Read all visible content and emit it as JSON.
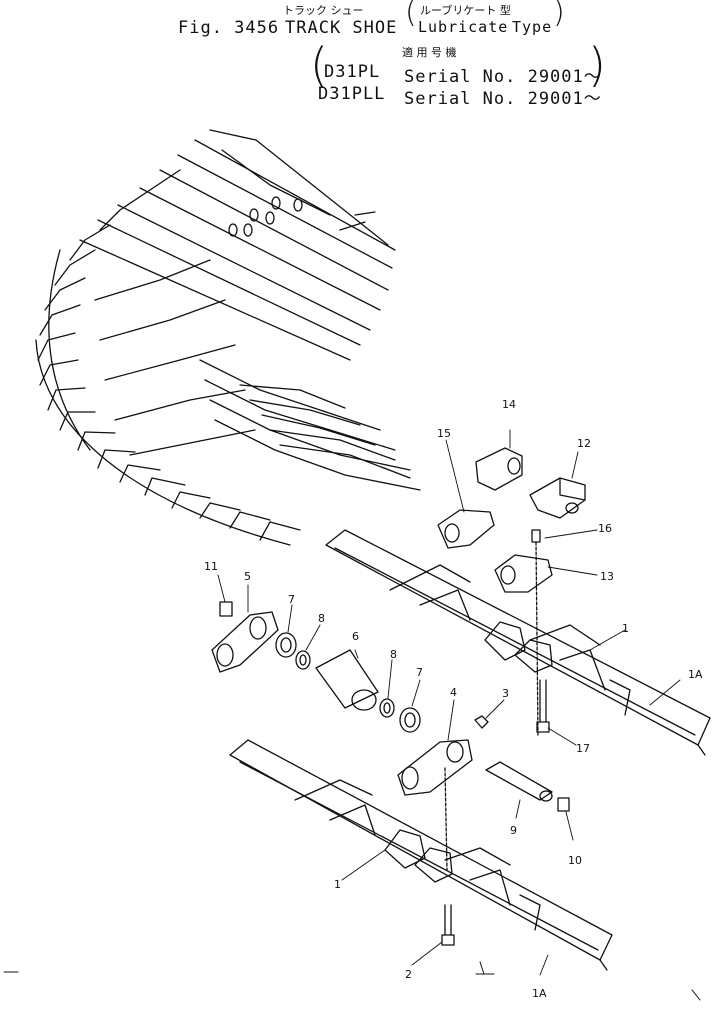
{
  "header": {
    "jp_track_shoe": "トラック シュー",
    "jp_lubricate_type": "ルーブリケート 型",
    "fig_label": "Fig. 3456",
    "title": "TRACK SHOE",
    "lubricate": "Lubricate",
    "type": "Type",
    "jp_applicable": "適 用 号 機",
    "model_1": "D31PL",
    "serial_1": "Serial No. 29001～",
    "model_2": "D31PLL",
    "serial_2": "Serial No. 29001～"
  },
  "callouts": [
    "1",
    "1A",
    "2",
    "3",
    "4",
    "5",
    "6",
    "7",
    "8",
    "9",
    "10",
    "11",
    "12",
    "13",
    "14",
    "15",
    "16",
    "17"
  ]
}
